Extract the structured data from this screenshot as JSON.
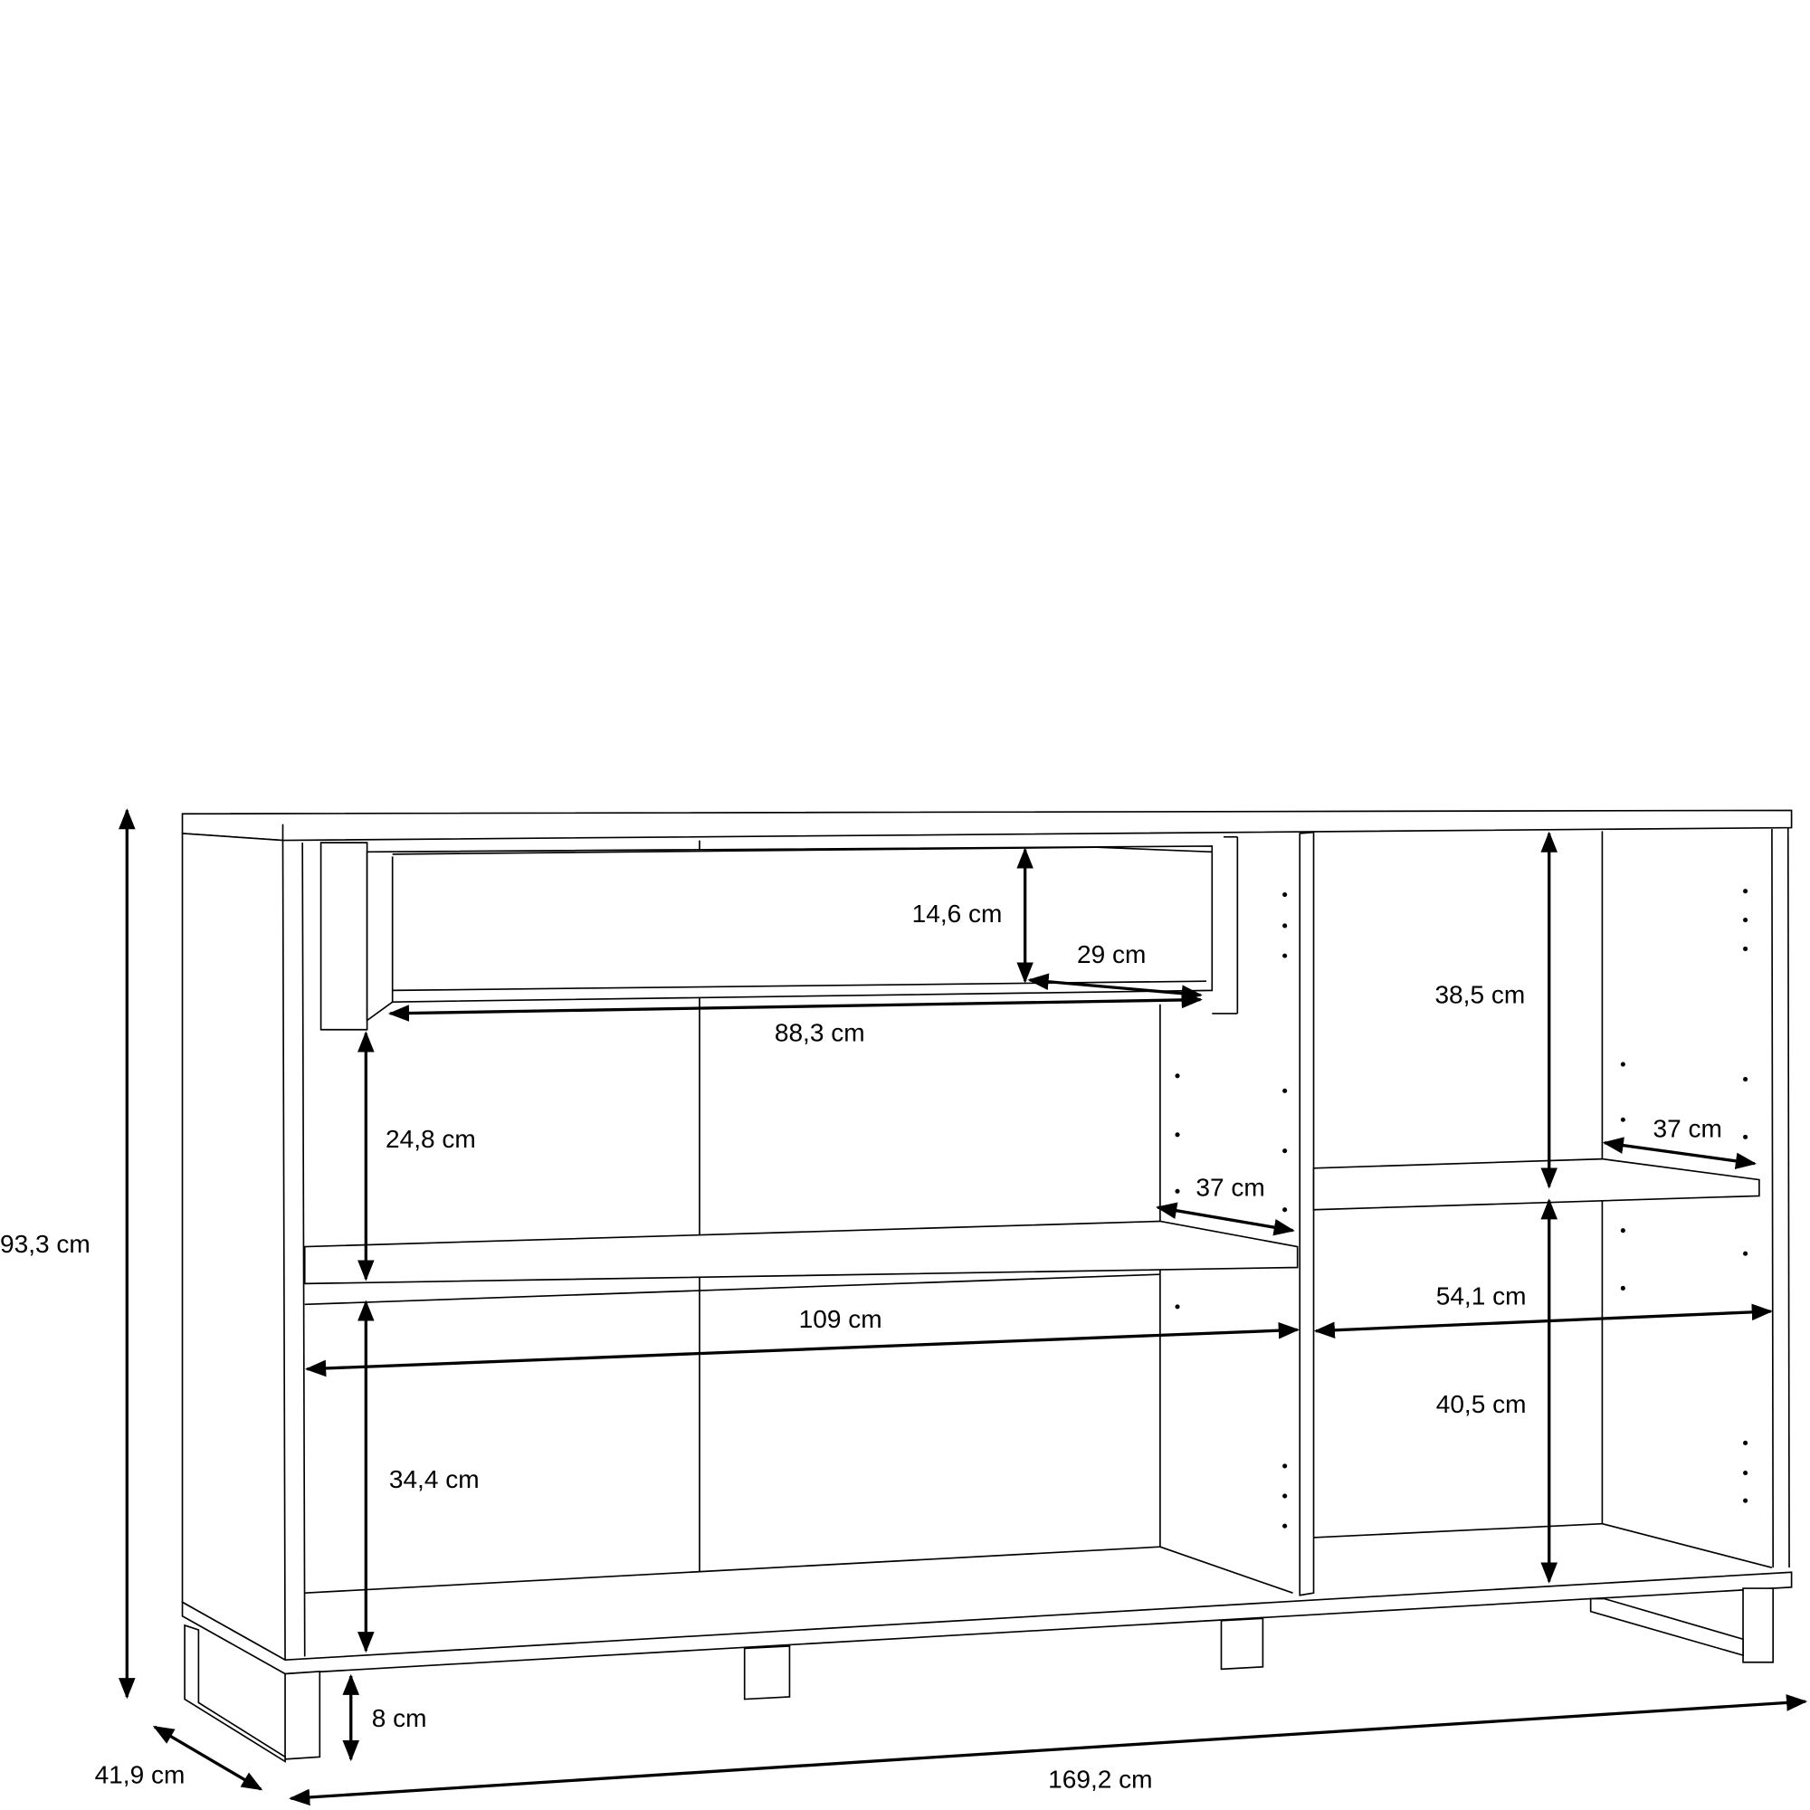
{
  "title": "Sideboard dimension drawing",
  "dimensions": {
    "total_height": "93,3 cm",
    "depth": "41,9 cm",
    "total_width": "169,2 cm",
    "leg_height": "8 cm",
    "drawer_height": "14,6 cm",
    "drawer_depth": "29 cm",
    "drawer_width": "88,3 cm",
    "upper_left_compartment_height": "24,8 cm",
    "left_shelf_depth": "37 cm",
    "left_compartment_width": "109 cm",
    "lower_left_compartment_height": "34,4 cm",
    "upper_right_compartment_height": "38,5 cm",
    "right_shelf_depth": "37 cm",
    "right_compartment_width": "54,1 cm",
    "lower_right_compartment_height": "40,5 cm"
  },
  "colors": {
    "line": "#000000",
    "background": "#ffffff"
  }
}
